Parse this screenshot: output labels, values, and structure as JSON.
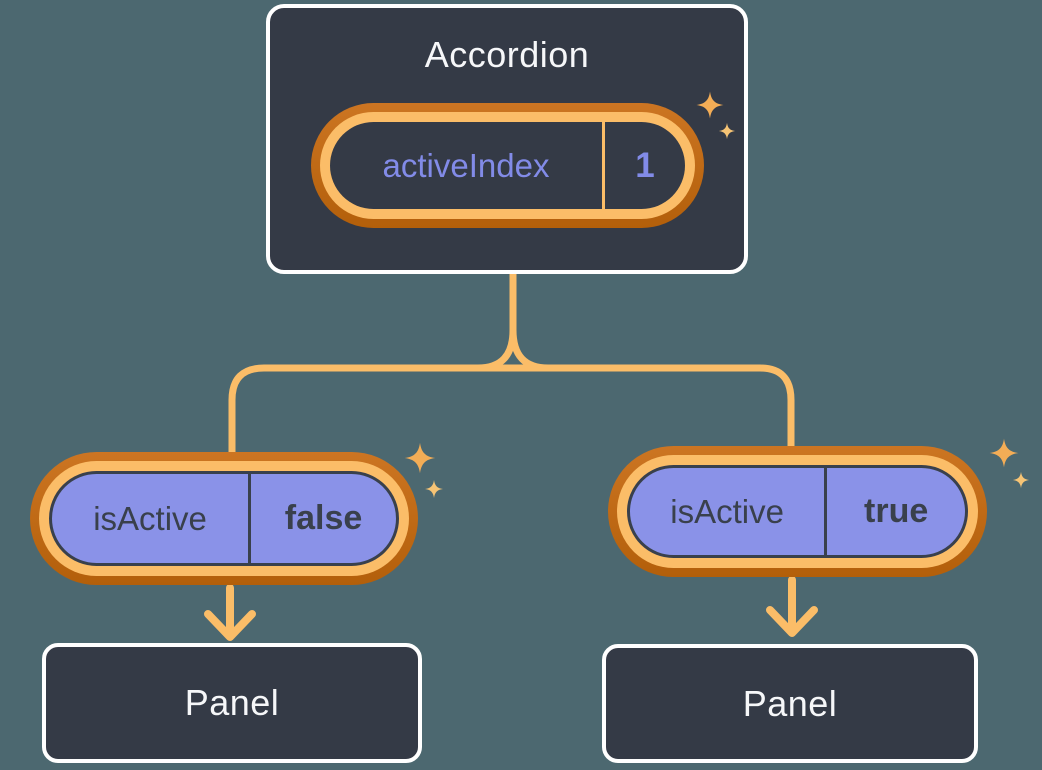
{
  "colors": {
    "background": "#4C6870",
    "node_fill": "#343A46",
    "node_border": "#FFFFFF",
    "node_text": "#F6F7F9",
    "ring_outer": "#C16A15",
    "ring_inner": "#FBBD68",
    "connector": "#FBBD68",
    "prop_fill": "#8A92E8",
    "prop_text": "#39404C",
    "state_text": "#828BE8",
    "sparkle_large": "#F3AD56",
    "sparkle_small": "#F6C475"
  },
  "diagram": {
    "root": {
      "title": "Accordion",
      "state_pill": {
        "label": "activeIndex",
        "value": "1"
      }
    },
    "children": [
      {
        "prop_pill": {
          "label": "isActive",
          "value": "false"
        },
        "panel": {
          "title": "Panel"
        }
      },
      {
        "prop_pill": {
          "label": "isActive",
          "value": "true"
        },
        "panel": {
          "title": "Panel"
        }
      }
    ]
  }
}
